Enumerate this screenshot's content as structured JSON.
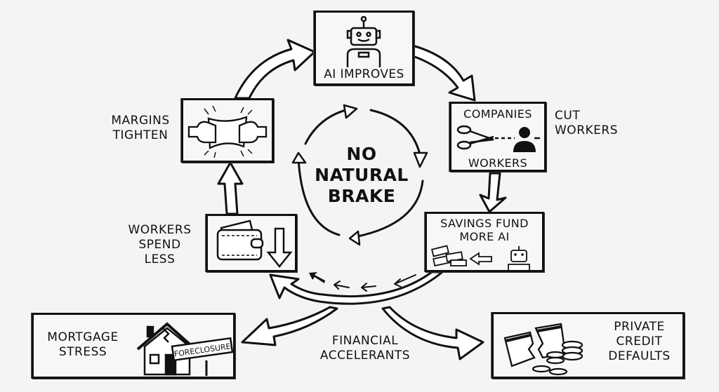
{
  "diagram": {
    "center": {
      "title_lines": [
        "NO",
        "NATURAL",
        "BRAKE"
      ],
      "icon": "cycle-arrows-icon"
    },
    "cycle_steps": [
      {
        "id": "ai-improves",
        "box_text": [
          "AI IMPROVES"
        ],
        "icon": "robot-icon"
      },
      {
        "id": "companies-cut-workers",
        "box_text_top": "COMPANIES",
        "box_text_bottom": "WORKERS",
        "side_label": [
          "CUT",
          "WORKERS"
        ],
        "icon": "scissors-cutting-worker-icon"
      },
      {
        "id": "savings-fund-ai",
        "box_text": [
          "SAVINGS FUND",
          "MORE AI"
        ],
        "icon": "money-to-robot-icon"
      },
      {
        "id": "workers-spend-less",
        "side_label": [
          "WORKERS",
          "SPEND",
          "LESS"
        ],
        "icon": "wallet-down-arrow-icon"
      },
      {
        "id": "margins-tighten",
        "side_label": [
          "MARGINS",
          "TIGHTEN"
        ],
        "icon": "hands-stretching-icon"
      }
    ],
    "accelerants": {
      "label": [
        "FINANCIAL",
        "ACCELERANTS"
      ],
      "outcomes": [
        {
          "id": "mortgage-stress",
          "text": [
            "MORTGAGE",
            "STRESS"
          ],
          "icon": "house-foreclosure-icon",
          "sign_text": "FORECLOSURE"
        },
        {
          "id": "private-credit-defaults",
          "text": [
            "PRIVATE",
            "CREDIT",
            "DEFAULTS"
          ],
          "icon": "broken-card-coins-icon"
        }
      ]
    },
    "colors": {
      "ink": "#111111",
      "paper": "#f4f4f3"
    }
  }
}
